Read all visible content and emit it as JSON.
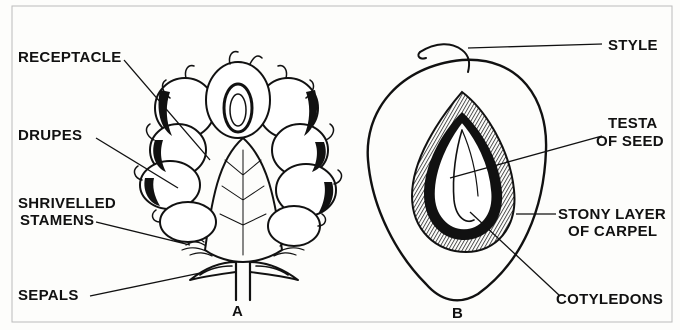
{
  "figure_a": {
    "caption": "A",
    "labels": {
      "receptacle": "RECEPTACLE",
      "drupes": "DRUPES",
      "shrivelled_1": "SHRIVELLED",
      "shrivelled_2": "STAMENS",
      "sepals": "SEPALS"
    }
  },
  "figure_b": {
    "caption": "B",
    "labels": {
      "style": "STYLE",
      "testa_1": "TESTA",
      "testa_2": "OF SEED",
      "stony_1": "STONY LAYER",
      "stony_2": "OF CARPEL",
      "cotyledons": "COTYLEDONS"
    }
  }
}
